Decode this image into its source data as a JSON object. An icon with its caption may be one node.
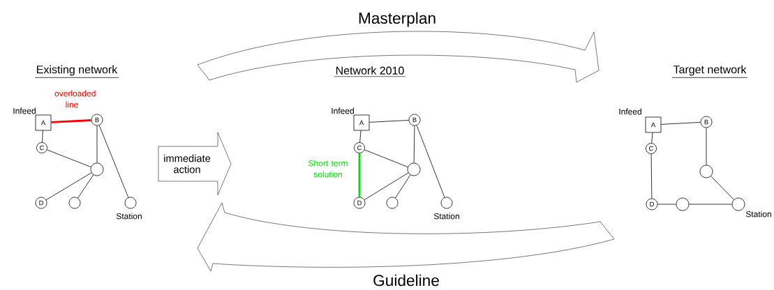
{
  "diagram": {
    "nodes": [
      {
        "text": [
          "A"
        ],
        "beside": [
          "Infeed"
        ]
      },
      {
        "text": [
          "B"
        ]
      },
      {
        "text": [
          "C"
        ]
      },
      {
        "text": [],
        "shape": "circle"
      },
      {
        "text": [
          "D"
        ]
      },
      {
        "text": [],
        "shape": "circle"
      },
      {
        "text": [],
        "shape": "circle",
        "beside": [
          "Station"
        ]
      },
      {
        "text": [
          "A"
        ],
        "beside": [
          "Infeed"
        ]
      },
      {
        "text": [
          "B"
        ]
      },
      {
        "text": [
          "C"
        ]
      },
      {
        "text": [],
        "shape": "circle"
      },
      {
        "text": [
          "D"
        ]
      },
      {
        "text": [],
        "shape": "circle"
      },
      {
        "text": [],
        "shape": "circle",
        "beside": [
          "Station"
        ]
      },
      {
        "text": [
          "A"
        ],
        "beside": [
          "Infeed"
        ]
      },
      {
        "text": [
          "B"
        ]
      },
      {
        "text": [
          "C"
        ]
      },
      {
        "text": [],
        "shape": "circle"
      },
      {
        "text": [
          "D"
        ]
      },
      {
        "text": [],
        "shape": "circle"
      },
      {
        "text": [],
        "shape": "circle",
        "beside": [
          "Station"
        ]
      },
      {
        "text": [
          "immediate action"
        ]
      },
      {
        "text": [
          "Masterplan"
        ]
      },
      {
        "text": [
          "Guideline"
        ]
      }
    ],
    "edges": [
      {
        "from": 0,
        "to": 1,
        "arrow": "none",
        "label": "overloaded line",
        "style": "thick",
        "color": "#ff0000"
      },
      {
        "from": 0,
        "to": 2,
        "arrow": "none"
      },
      {
        "from": 2,
        "to": 3,
        "arrow": "none"
      },
      {
        "from": 1,
        "to": 3,
        "arrow": "none"
      },
      {
        "from": 1,
        "to": 6,
        "arrow": "none"
      },
      {
        "from": 3,
        "to": 4,
        "arrow": "none"
      },
      {
        "from": 3,
        "to": 5,
        "arrow": "none"
      },
      {
        "from": 7,
        "to": 8,
        "arrow": "none"
      },
      {
        "from": 7,
        "to": 9,
        "arrow": "none"
      },
      {
        "from": 9,
        "to": 10,
        "arrow": "none"
      },
      {
        "from": 8,
        "to": 10,
        "arrow": "none"
      },
      {
        "from": 8,
        "to": 13,
        "arrow": "none"
      },
      {
        "from": 10,
        "to": 11,
        "arrow": "none"
      },
      {
        "from": 10,
        "to": 12,
        "arrow": "none"
      },
      {
        "from": 9,
        "to": 11,
        "arrow": "none",
        "label": "Short term solution",
        "style": "thick",
        "color": "#00e000"
      },
      {
        "from": 14,
        "to": 15,
        "arrow": "none"
      },
      {
        "from": 14,
        "to": 16,
        "arrow": "none"
      },
      {
        "from": 16,
        "to": 18,
        "arrow": "none"
      },
      {
        "from": 15,
        "to": 17,
        "arrow": "none"
      },
      {
        "from": 17,
        "to": 20,
        "arrow": "none"
      },
      {
        "from": 18,
        "to": 19,
        "arrow": "none"
      },
      {
        "from": 19,
        "to": 20,
        "arrow": "none"
      }
    ],
    "labels": [
      "Existing network",
      "Network 2010",
      "Target network"
    ]
  }
}
